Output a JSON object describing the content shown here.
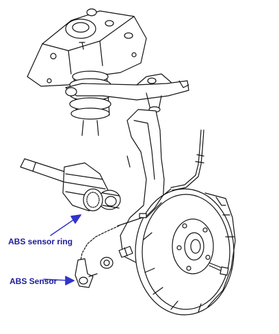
{
  "labels": {
    "sensor_ring": "ABS sensor ring",
    "sensor": "ABS Sensor"
  },
  "colors": {
    "label_text": "#1a1a9a",
    "arrow": "#3333cc",
    "line_art": "#111111"
  },
  "parts": [
    "strut-mount",
    "coil-spring",
    "upper-control-arm",
    "drive-shaft",
    "cv-joint",
    "abs-sensor-ring",
    "steering-knuckle",
    "brake-disc",
    "wheel-hub",
    "brake-hose",
    "abs-sensor-cable",
    "abs-sensor",
    "sensor-bushing",
    "wheel-bolt"
  ]
}
